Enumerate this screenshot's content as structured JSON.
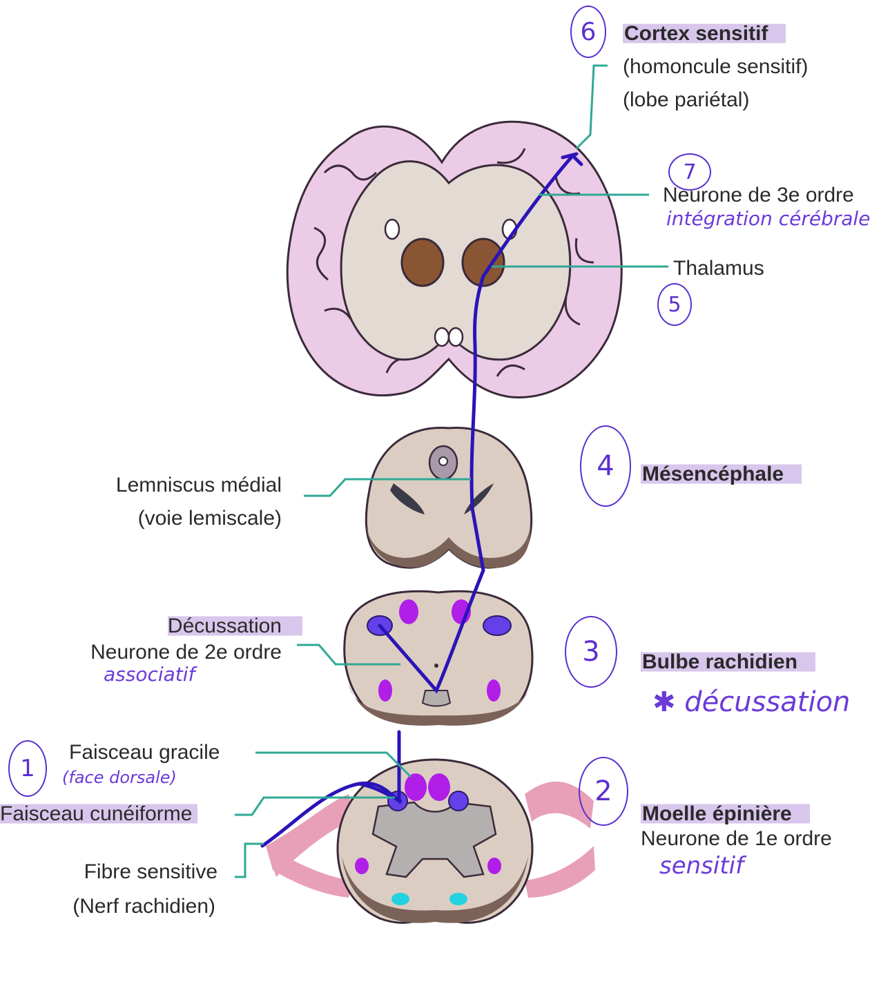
{
  "colors": {
    "pathway": "#2a14b8",
    "leader": "#2fa894",
    "handwriting": "#6a3bd8",
    "highlight": "#d9c6ec",
    "cortex": "#eccbe6",
    "white_matter": "#e2dad3",
    "thalamus": "#8a5532",
    "tissue": "#dccdc2",
    "tissue_edge": "#7a6258",
    "nucleus_purple": "#b01ee8",
    "nucleus_blue": "#6440e8",
    "motor_cyan": "#22d2e0",
    "nerve_pink": "#e8a0b8"
  },
  "labels": {
    "cortex_title": "Cortex sensitif",
    "cortex_sub1": "(homoncule sensitif)",
    "cortex_sub2": "(lobe pariétal)",
    "neuron3": "Neurone de 3e ordre",
    "thalamus": "Thalamus",
    "mesencephale": "Mésencéphale",
    "lemniscus": "Lemniscus médial",
    "lemniscus_sub": "(voie lemiscale)",
    "decussation": "Décussation",
    "neuron2": "Neurone de 2e ordre",
    "bulbe": "Bulbe rachidien",
    "gracile": "Faisceau gracile",
    "cuneiforme": "Faisceau cunéiforme",
    "fibre": "Fibre sensitive",
    "fibre_sub": "(Nerf rachidien)",
    "moelle": "Moelle épinière",
    "neuron1": "Neurone de 1e ordre"
  },
  "handwriting": {
    "integration": "intégration cérébrale",
    "associatif": "associatif",
    "decussation": "✱ décussation",
    "face_dorsale": "(face dorsale)",
    "sensitif": "sensitif"
  },
  "step_numbers": {
    "cortex": "6",
    "neuron3": "7",
    "thalamus": "5",
    "mesencephale": "4",
    "bulbe": "3",
    "moelle": "2",
    "fibre": "1"
  }
}
